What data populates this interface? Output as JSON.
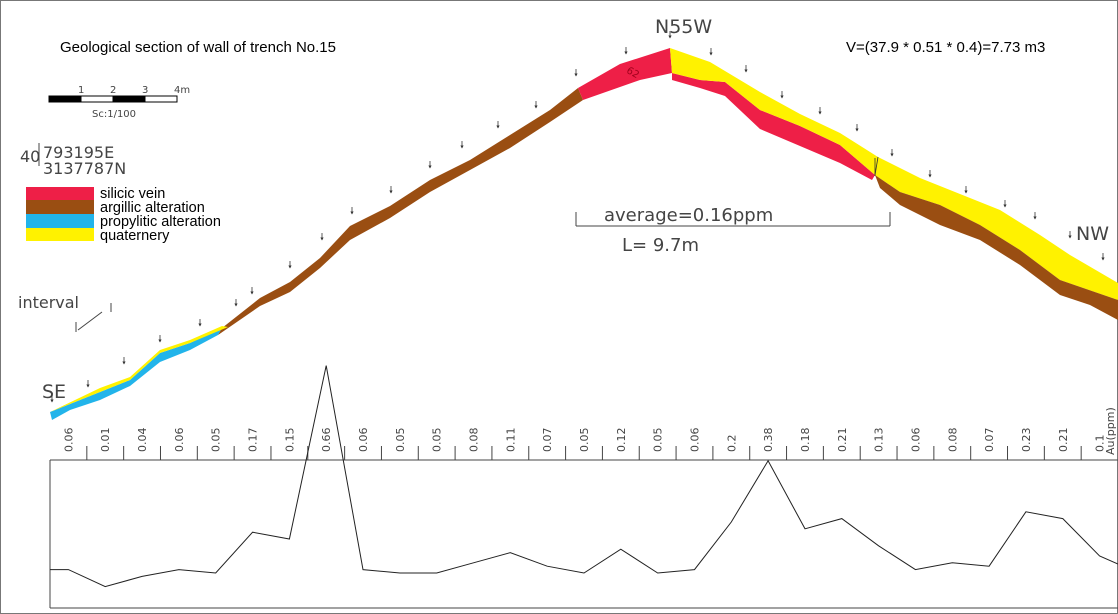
{
  "title": "Geological section of wall of trench No.15",
  "volume_formula": "V=(37.9 * 0.51 * 0.4)=7.73 m3",
  "orientation": {
    "start": "SE",
    "top": "N55W",
    "end": "NW"
  },
  "scale": {
    "ticks": [
      "1",
      "2",
      "3",
      "4m"
    ],
    "label": "Sc:1/100"
  },
  "coordinates": {
    "zone": "40",
    "easting": "793195E",
    "northing": "3137787N"
  },
  "legend": [
    {
      "label": "silicic vein",
      "color": "#ee1f47"
    },
    {
      "label": "argillic alteration",
      "color": "#9a4e12"
    },
    {
      "label": "propylitic alteration",
      "color": "#22b4ea"
    },
    {
      "label": "quaternery",
      "color": "#fff200"
    }
  ],
  "average_note": "average=0.16ppm",
  "length_note": "L= 9.7m",
  "interval_label": "interval",
  "dip_label": "62",
  "unit_label": "Au(ppm)",
  "au_values": [
    "0.06",
    "0.01",
    "0.04",
    "0.06",
    "0.05",
    "0.17",
    "0.15",
    "0.66",
    "0.06",
    "0.05",
    "0.05",
    "0.08",
    "0.11",
    "0.07",
    "0.05",
    "0.12",
    "0.05",
    "0.06",
    "0.2",
    "0.38",
    "0.18",
    "0.21",
    "0.13",
    "0.06",
    "0.08",
    "0.07",
    "0.23",
    "0.21",
    "0.1"
  ]
}
